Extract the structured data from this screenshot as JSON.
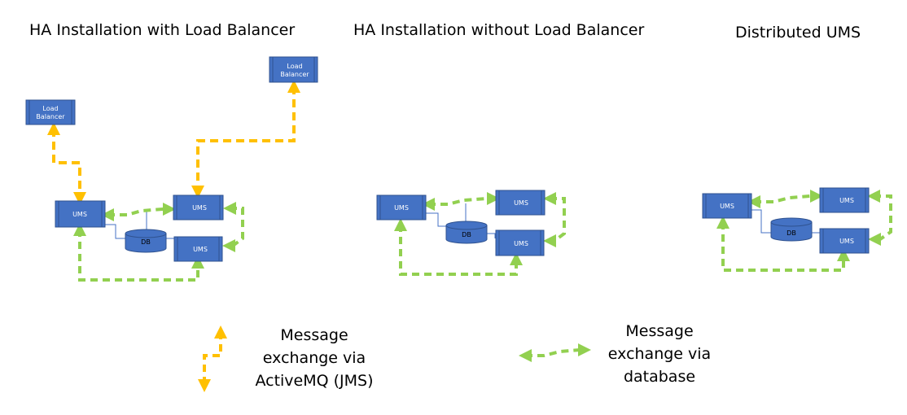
{
  "titles": {
    "with_lb": "HA Installation with Load Balancer",
    "without_lb": "HA Installation without  Load Balancer",
    "distributed": "Distributed UMS"
  },
  "nodes": {
    "load_balancer_l1": "Load",
    "load_balancer_l2": "Balancer",
    "ums": "UMS",
    "db": "DB"
  },
  "legend": {
    "jms_l1": "Message",
    "jms_l2": "exchange via",
    "jms_l3": "ActiveMQ (JMS)",
    "db_l1": "Message",
    "db_l2": "exchange via",
    "db_l3": "database"
  },
  "colors": {
    "box_fill": "#4472c4",
    "box_stroke": "#2f528f",
    "jms_arrow": "#ffc000",
    "db_arrow": "#92d050",
    "connector": "#4472c4"
  }
}
